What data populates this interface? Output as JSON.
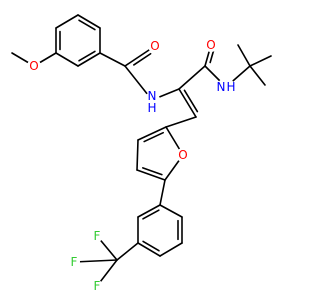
{
  "atoms": {
    "o_methoxy": "O",
    "o_amide1": "O",
    "nh_amide1": "N",
    "nh_amide1_h": "H",
    "o_amide2": "O",
    "nh_amide2_n": "N",
    "nh_amide2_h": "H",
    "o_furan": "O",
    "f_top": "F",
    "f_left": "F",
    "f_bottom": "F"
  },
  "colors": {
    "bond": "#000000",
    "oxygen": "#ff0000",
    "nitrogen": "#0000ff",
    "fluorine": "#33cc33"
  }
}
